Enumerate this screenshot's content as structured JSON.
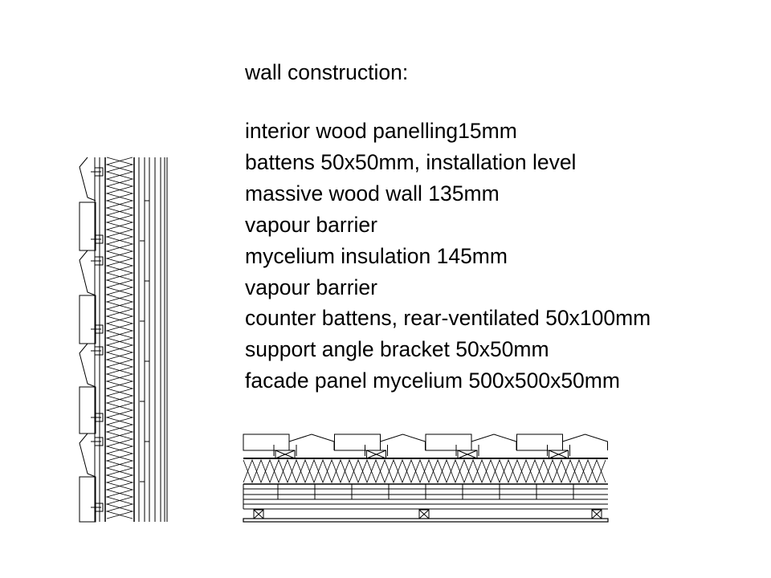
{
  "title": "wall construction:",
  "layers": [
    "interior wood panelling15mm",
    "battens 50x50mm, installation level",
    "massive wood wall 135mm",
    "vapour barrier",
    "mycelium insulation 145mm",
    "vapour barrier",
    "counter battens, rear-ventilated 50x100mm",
    "support angle bracket 50x50mm",
    "facade panel mycelium 500x500x50mm"
  ],
  "colors": {
    "line": "#000000",
    "background": "#ffffff"
  }
}
